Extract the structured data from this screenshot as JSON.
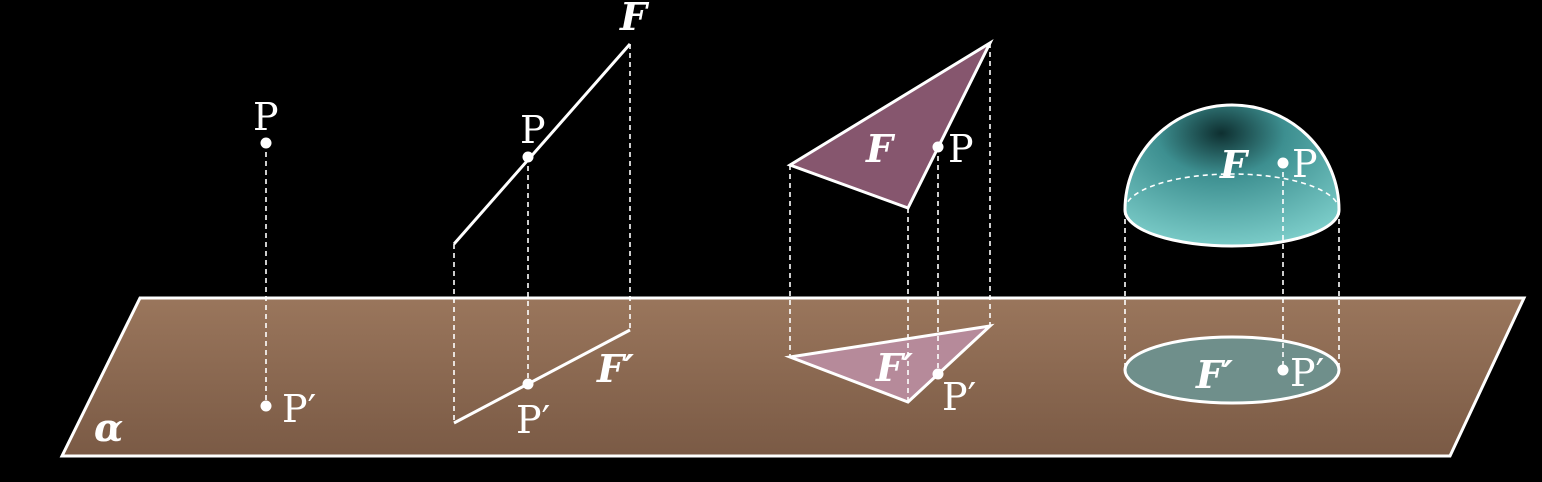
{
  "plane": {
    "label": "α"
  },
  "point_figure": {
    "point": "P",
    "projection": "P′"
  },
  "segment_figure": {
    "figure": "F",
    "projection": "F′",
    "point": "P",
    "point_projection": "P′"
  },
  "triangle_figure": {
    "figure": "F",
    "projection": "F′",
    "point": "P",
    "point_projection": "P′"
  },
  "hemisphere_figure": {
    "figure": "F",
    "projection": "F′",
    "point": "P",
    "point_projection": "P′"
  },
  "colors": {
    "background": "#000000",
    "plane": "#8f6b52",
    "triangle": "#86566e",
    "triangle_projection": "#b68a9a",
    "hemisphere": "#5fb3b3",
    "hemisphere_projection": "#6f8f8b"
  }
}
